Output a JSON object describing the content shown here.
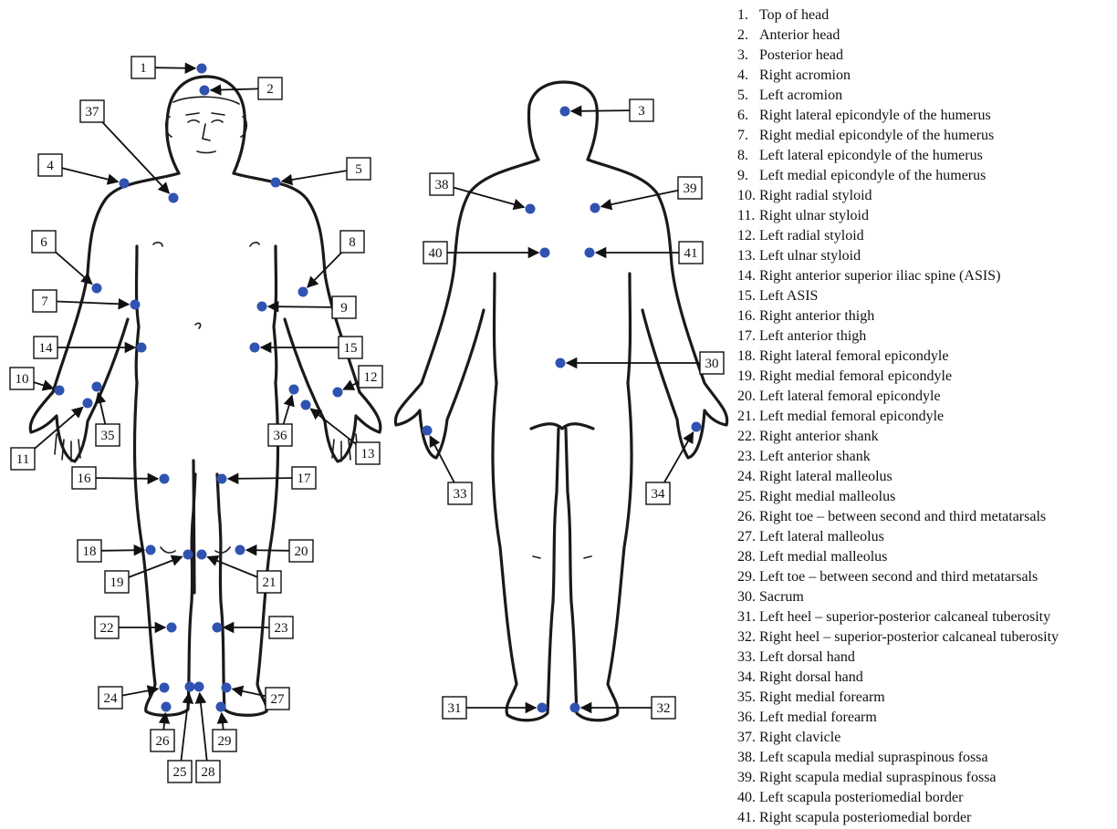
{
  "legend": [
    {
      "num": "1.",
      "label": "Top of head"
    },
    {
      "num": "2.",
      "label": "Anterior head"
    },
    {
      "num": "3.",
      "label": "Posterior head"
    },
    {
      "num": "4.",
      "label": "Right acromion"
    },
    {
      "num": "5.",
      "label": "Left acromion"
    },
    {
      "num": "6.",
      "label": "Right lateral epicondyle of the humerus"
    },
    {
      "num": "7.",
      "label": "Right medial epicondyle of the humerus"
    },
    {
      "num": "8.",
      "label": "Left lateral epicondyle of the humerus"
    },
    {
      "num": "9.",
      "label": "Left medial epicondyle of the humerus"
    },
    {
      "num": "10.",
      "label": "Right radial styloid"
    },
    {
      "num": "11.",
      "label": "Right ulnar styloid"
    },
    {
      "num": "12.",
      "label": "Left radial styloid"
    },
    {
      "num": "13.",
      "label": "Left ulnar styloid"
    },
    {
      "num": "14.",
      "label": "Right anterior superior iliac spine (ASIS)"
    },
    {
      "num": "15.",
      "label": "Left ASIS"
    },
    {
      "num": "16.",
      "label": "Right anterior thigh"
    },
    {
      "num": "17.",
      "label": "Left anterior thigh"
    },
    {
      "num": "18.",
      "label": "Right lateral femoral epicondyle"
    },
    {
      "num": "19.",
      "label": "Right medial femoral epicondyle"
    },
    {
      "num": "20.",
      "label": "Left lateral femoral epicondyle"
    },
    {
      "num": "21.",
      "label": "Left medial femoral epicondyle"
    },
    {
      "num": "22.",
      "label": "Right anterior shank"
    },
    {
      "num": "23.",
      "label": "Left anterior shank"
    },
    {
      "num": "24.",
      "label": "Right lateral malleolus"
    },
    {
      "num": "25.",
      "label": "Right medial malleolus"
    },
    {
      "num": "26.",
      "label": "Right toe – between second and third metatarsals"
    },
    {
      "num": "27.",
      "label": "Left lateral malleolus"
    },
    {
      "num": "28.",
      "label": "Left medial malleolus"
    },
    {
      "num": "29.",
      "label": "Left toe – between second and third metatarsals"
    },
    {
      "num": "30.",
      "label": "Sacrum"
    },
    {
      "num": "31.",
      "label": "Left heel – superior-posterior calcaneal tuberosity"
    },
    {
      "num": "32.",
      "label": "Right heel – superior-posterior calcaneal tuberosity"
    },
    {
      "num": "33.",
      "label": "Left dorsal hand"
    },
    {
      "num": "34.",
      "label": "Right dorsal hand"
    },
    {
      "num": "35.",
      "label": "Right medial forearm"
    },
    {
      "num": "36.",
      "label": "Left medial forearm"
    },
    {
      "num": "37.",
      "label": "Right clavicle"
    },
    {
      "num": "38.",
      "label": "Left scapula medial supraspinous fossa"
    },
    {
      "num": "39.",
      "label": "Right scapula medial supraspinous fossa"
    },
    {
      "num": "40.",
      "label": "Left scapula posteriomedial border"
    },
    {
      "num": "41.",
      "label": "Right scapula posteriomedial border"
    }
  ],
  "callouts": [
    "1",
    "2",
    "3",
    "4",
    "5",
    "6",
    "7",
    "8",
    "9",
    "10",
    "11",
    "12",
    "13",
    "14",
    "15",
    "16",
    "17",
    "18",
    "19",
    "20",
    "21",
    "22",
    "23",
    "24",
    "25",
    "26",
    "27",
    "28",
    "29",
    "30",
    "31",
    "32",
    "33",
    "34",
    "35",
    "36",
    "37",
    "38",
    "39",
    "40",
    "41"
  ],
  "colors": {
    "marker": "#3052b0",
    "outline": "#1a1a1a"
  }
}
